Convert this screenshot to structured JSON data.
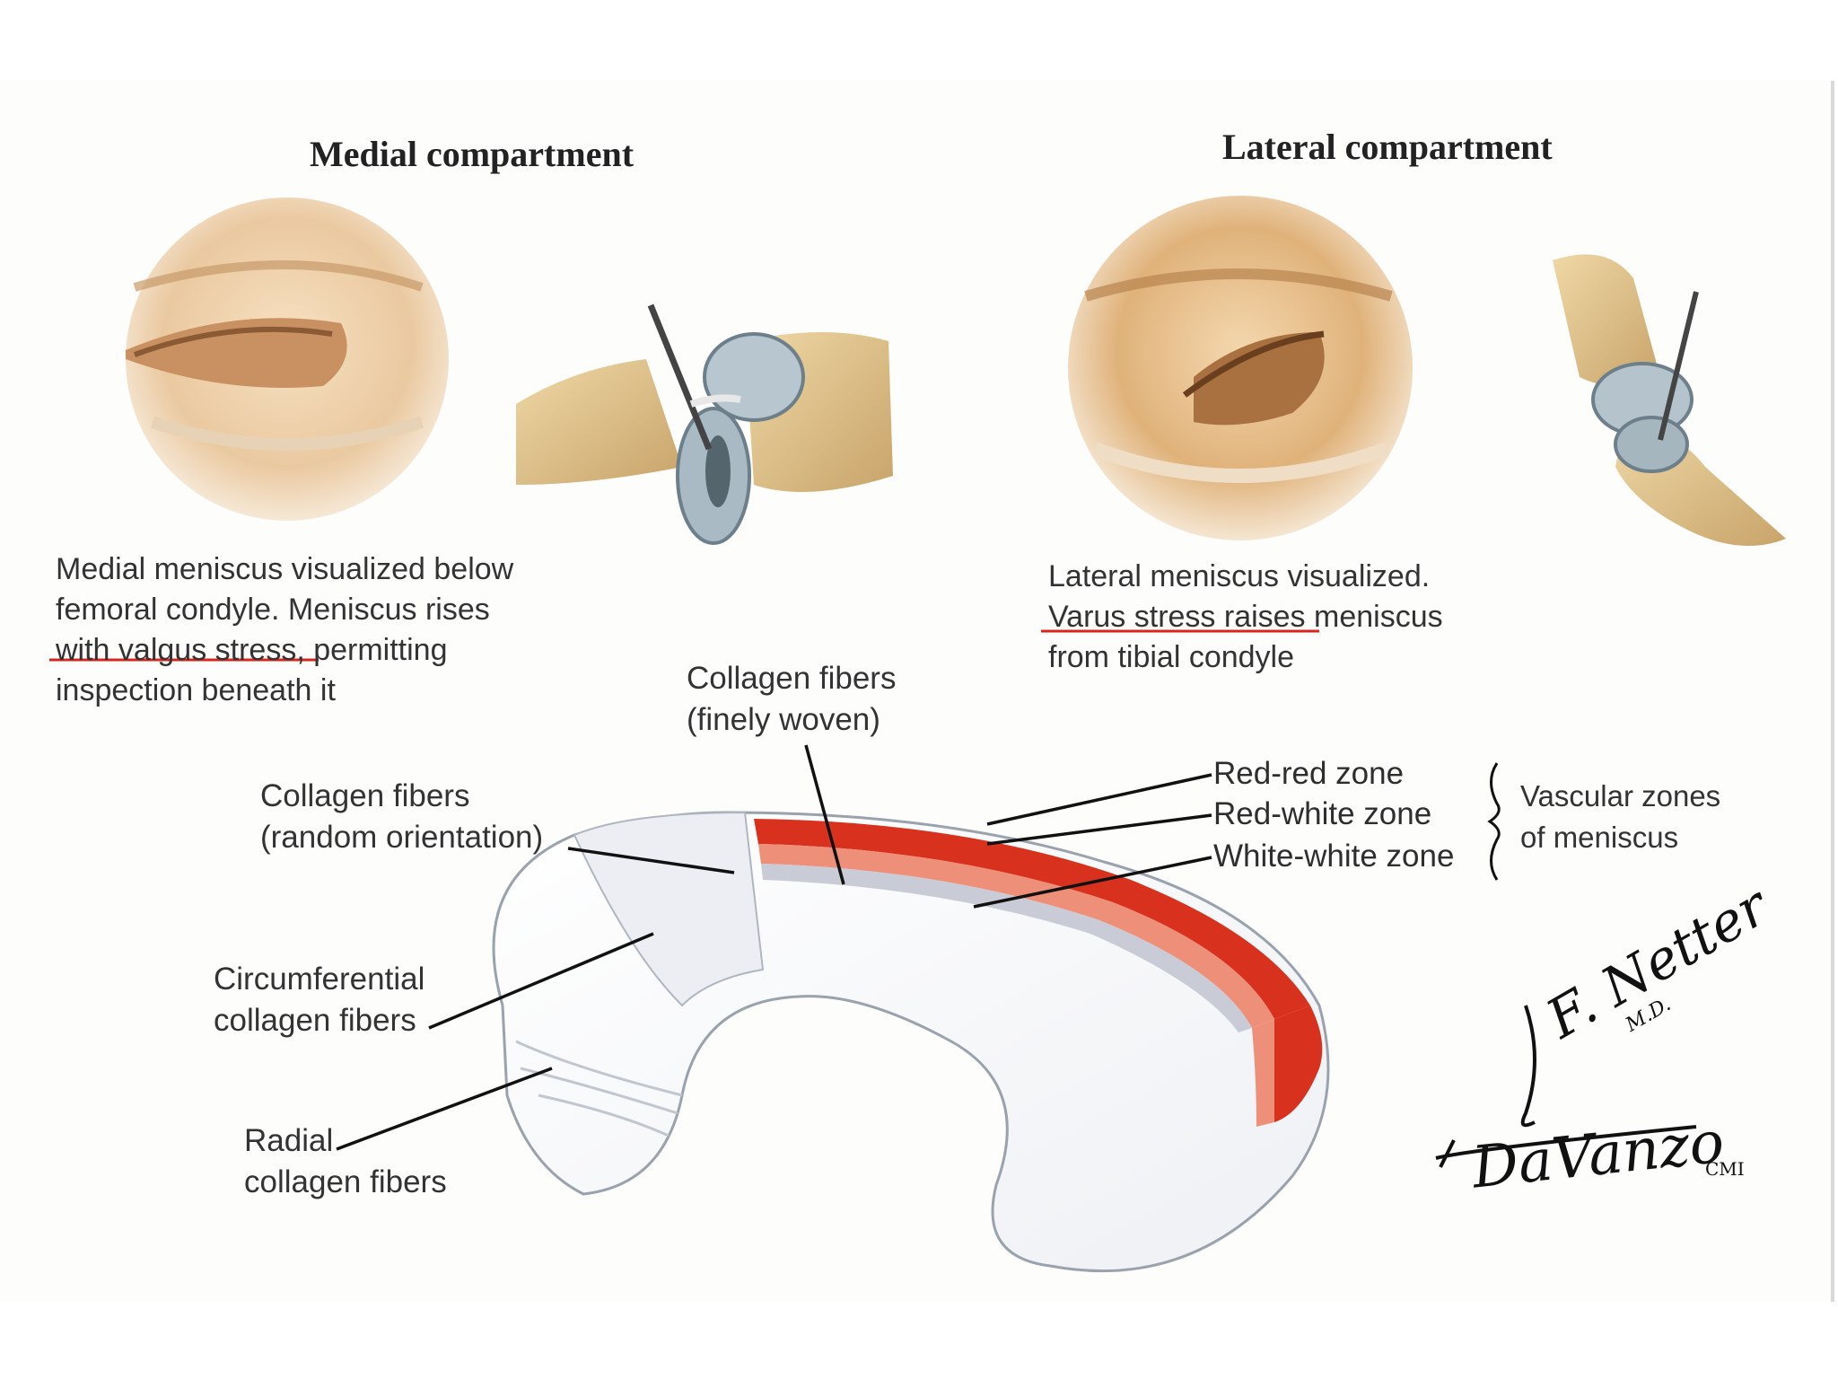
{
  "medial": {
    "title": "Medial compartment",
    "caption": [
      "Medial meniscus visualized below",
      "femoral condyle. Meniscus rises",
      "with valgus stress, permitting",
      "inspection beneath it"
    ]
  },
  "lateral": {
    "title": "Lateral compartment",
    "caption": [
      "Lateral meniscus visualized.",
      "Varus stress raises meniscus",
      "from tibial condyle"
    ]
  },
  "labels": {
    "finely_woven": [
      "Collagen fibers",
      "(finely woven)"
    ],
    "random": [
      "Collagen fibers",
      "(random orientation)"
    ],
    "circumferential": [
      "Circumferential",
      "collagen fibers"
    ],
    "radial": [
      "Radial",
      "collagen fibers"
    ]
  },
  "zones": {
    "red_red": "Red-red zone",
    "red_white": "Red-white zone",
    "white_white": "White-white zone",
    "group": [
      "Vascular zones",
      "of meniscus"
    ]
  },
  "signatures": {
    "netter": "F. Netter",
    "netter_suffix": "M.D.",
    "davanzo": "DaVanzo",
    "davanzo_suffix": "CMI"
  },
  "colors": {
    "annotation_underline": "#d8261e",
    "red_zone": "#d8321e",
    "red_white_zone": "#ee8f7a",
    "skin": "#f0c99a",
    "cartilage": "#aebcc4"
  }
}
